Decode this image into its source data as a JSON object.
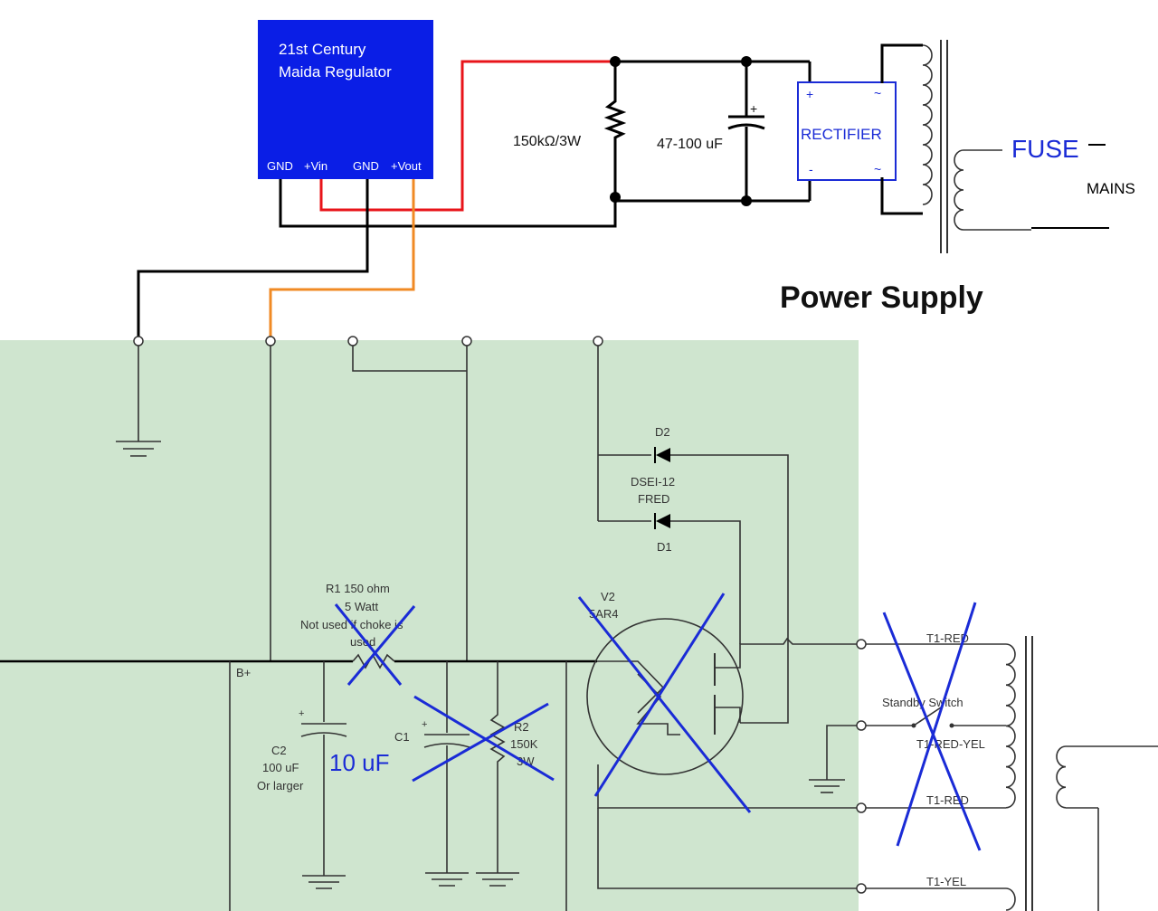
{
  "regulator": {
    "title_line1": "21st Century",
    "title_line2": "Maida Regulator",
    "pins": [
      "GND",
      "+Vin",
      "GND",
      "+Vout"
    ]
  },
  "power_supply": {
    "resistor_label": "150kΩ/3W",
    "capacitor_label": "47-100 uF",
    "rectifier_label": "RECTIFIER",
    "rectifier_plus": "+",
    "rectifier_minus": "-",
    "rectifier_ac": "~",
    "fuse_label": "FUSE",
    "mains_label": "MAINS",
    "heading": "Power Supply"
  },
  "schematic": {
    "bplus": "B+",
    "r1_line1": "R1 150 ohm",
    "r1_line2": "5 Watt",
    "r1_line3": "Not used if choke is",
    "r1_line4": "used",
    "c2_line1": "C2",
    "c2_line2": "100 uF",
    "c2_line3": "Or larger",
    "c2_note": "10 uF",
    "c1": "C1",
    "r2_line1": "R2",
    "r2_line2": "150K",
    "r2_line3": "3W",
    "d2": "D2",
    "diode_type_line1": "DSEI-12",
    "diode_type_line2": "FRED",
    "d1": "D1",
    "v2_line1": "V2",
    "v2_line2": "5AR4",
    "t1_red_top": "T1-RED",
    "standby_switch": "Standby Switch",
    "t1_red_yel": "T1-RED-YEL",
    "t1_red_bottom": "T1-RED",
    "t1_yel": "T1-YEL"
  },
  "colors": {
    "regulator_fill": "#0a1ee6",
    "shaded_area": "#cfe5cf",
    "annotation_blue": "#1a2bd6",
    "wire_red": "#e8141a",
    "wire_orange": "#f08a24"
  }
}
